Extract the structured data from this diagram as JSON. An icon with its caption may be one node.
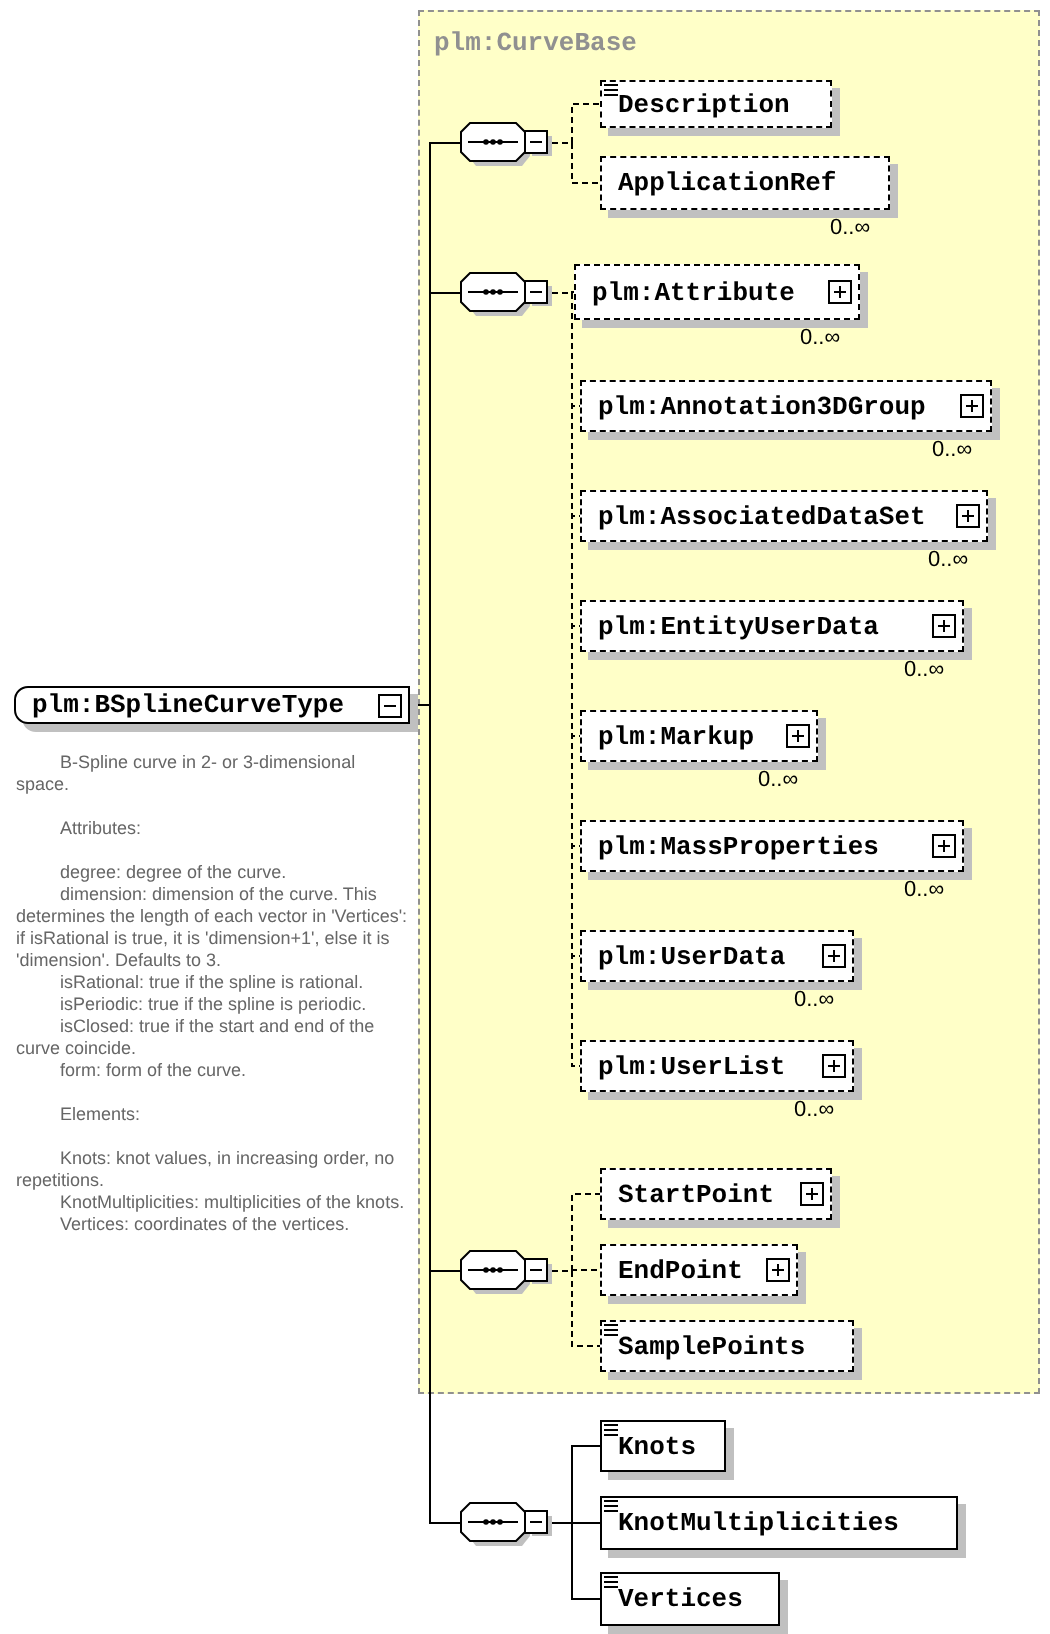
{
  "diagram": {
    "nodes": [
      {
        "text": [
          "plm:BSplineCurveType"
        ],
        "beside": [
          "B-Spline curve in 2- or 3-dimensional space.",
          "Attributes:",
          "degree: degree of the curve.",
          "dimension: dimension of the curve. This determines the length of each vector in 'Vertices': if isRational is true, it is 'dimension+1', else it is 'dimension'. Defaults to 3.",
          "isRational: true if the spline is rational.",
          "isPeriodic: true if the spline is periodic.",
          "isClosed: true if the start and end of the curve coincide.",
          "form: form of the curve.",
          "Elements:",
          "Knots: knot values, in increasing order, no repetitions.",
          "KnotMultiplicities: multiplicities of the knots.",
          "Vertices: coordinates of the vertices."
        ]
      },
      {
        "text": [
          "plm:CurveBase"
        ]
      },
      {
        "text": [],
        "shape": "octagon",
        "in": 1
      },
      {
        "text": [
          "Description"
        ],
        "in": 1
      },
      {
        "text": [
          "ApplicationRef"
        ],
        "in": 1,
        "beside": [
          "0..∞"
        ]
      },
      {
        "text": [],
        "shape": "octagon",
        "in": 1
      },
      {
        "text": [
          "plm:Attribute"
        ],
        "in": 1,
        "beside": [
          "0..∞"
        ]
      },
      {
        "text": [
          "plm:Annotation3DGroup"
        ],
        "in": 1,
        "beside": [
          "0..∞"
        ]
      },
      {
        "text": [
          "plm:AssociatedDataSet"
        ],
        "in": 1,
        "beside": [
          "0..∞"
        ]
      },
      {
        "text": [
          "plm:EntityUserData"
        ],
        "in": 1,
        "beside": [
          "0..∞"
        ]
      },
      {
        "text": [
          "plm:Markup"
        ],
        "in": 1,
        "beside": [
          "0..∞"
        ]
      },
      {
        "text": [
          "plm:MassProperties"
        ],
        "in": 1,
        "beside": [
          "0..∞"
        ]
      },
      {
        "text": [
          "plm:UserData"
        ],
        "in": 1,
        "beside": [
          "0..∞"
        ]
      },
      {
        "text": [
          "plm:UserList"
        ],
        "in": 1,
        "beside": [
          "0..∞"
        ]
      },
      {
        "text": [],
        "shape": "octagon",
        "in": 1
      },
      {
        "text": [
          "StartPoint"
        ],
        "in": 1
      },
      {
        "text": [
          "EndPoint"
        ],
        "in": 1
      },
      {
        "text": [
          "SamplePoints"
        ],
        "in": 1
      },
      {
        "text": [],
        "shape": "octagon"
      },
      {
        "text": [
          "Knots"
        ]
      },
      {
        "text": [
          "KnotMultiplicities"
        ]
      },
      {
        "text": [
          "Vertices"
        ]
      }
    ],
    "edges": [
      {
        "from": 0,
        "to": 2,
        "arrow": "none"
      },
      {
        "from": 0,
        "to": 5,
        "arrow": "none"
      },
      {
        "from": 0,
        "to": 14,
        "arrow": "none"
      },
      {
        "from": 0,
        "to": 18,
        "arrow": "none"
      },
      {
        "from": 2,
        "to": 3,
        "arrow": "none",
        "style": "dashed"
      },
      {
        "from": 2,
        "to": 4,
        "arrow": "none",
        "style": "dashed"
      },
      {
        "from": 5,
        "to": 6,
        "arrow": "none",
        "style": "dashed"
      },
      {
        "from": 5,
        "to": 7,
        "arrow": "none",
        "style": "dashed"
      },
      {
        "from": 5,
        "to": 8,
        "arrow": "none",
        "style": "dashed"
      },
      {
        "from": 5,
        "to": 9,
        "arrow": "none",
        "style": "dashed"
      },
      {
        "from": 5,
        "to": 10,
        "arrow": "none",
        "style": "dashed"
      },
      {
        "from": 5,
        "to": 11,
        "arrow": "none",
        "style": "dashed"
      },
      {
        "from": 5,
        "to": 12,
        "arrow": "none",
        "style": "dashed"
      },
      {
        "from": 5,
        "to": 13,
        "arrow": "none",
        "style": "dashed"
      },
      {
        "from": 14,
        "to": 15,
        "arrow": "none",
        "style": "dashed"
      },
      {
        "from": 14,
        "to": 16,
        "arrow": "none",
        "style": "dashed"
      },
      {
        "from": 14,
        "to": 17,
        "arrow": "none",
        "style": "dashed"
      },
      {
        "from": 18,
        "to": 19,
        "arrow": "none"
      },
      {
        "from": 18,
        "to": 20,
        "arrow": "none"
      },
      {
        "from": 18,
        "to": 21,
        "arrow": "none"
      }
    ]
  }
}
